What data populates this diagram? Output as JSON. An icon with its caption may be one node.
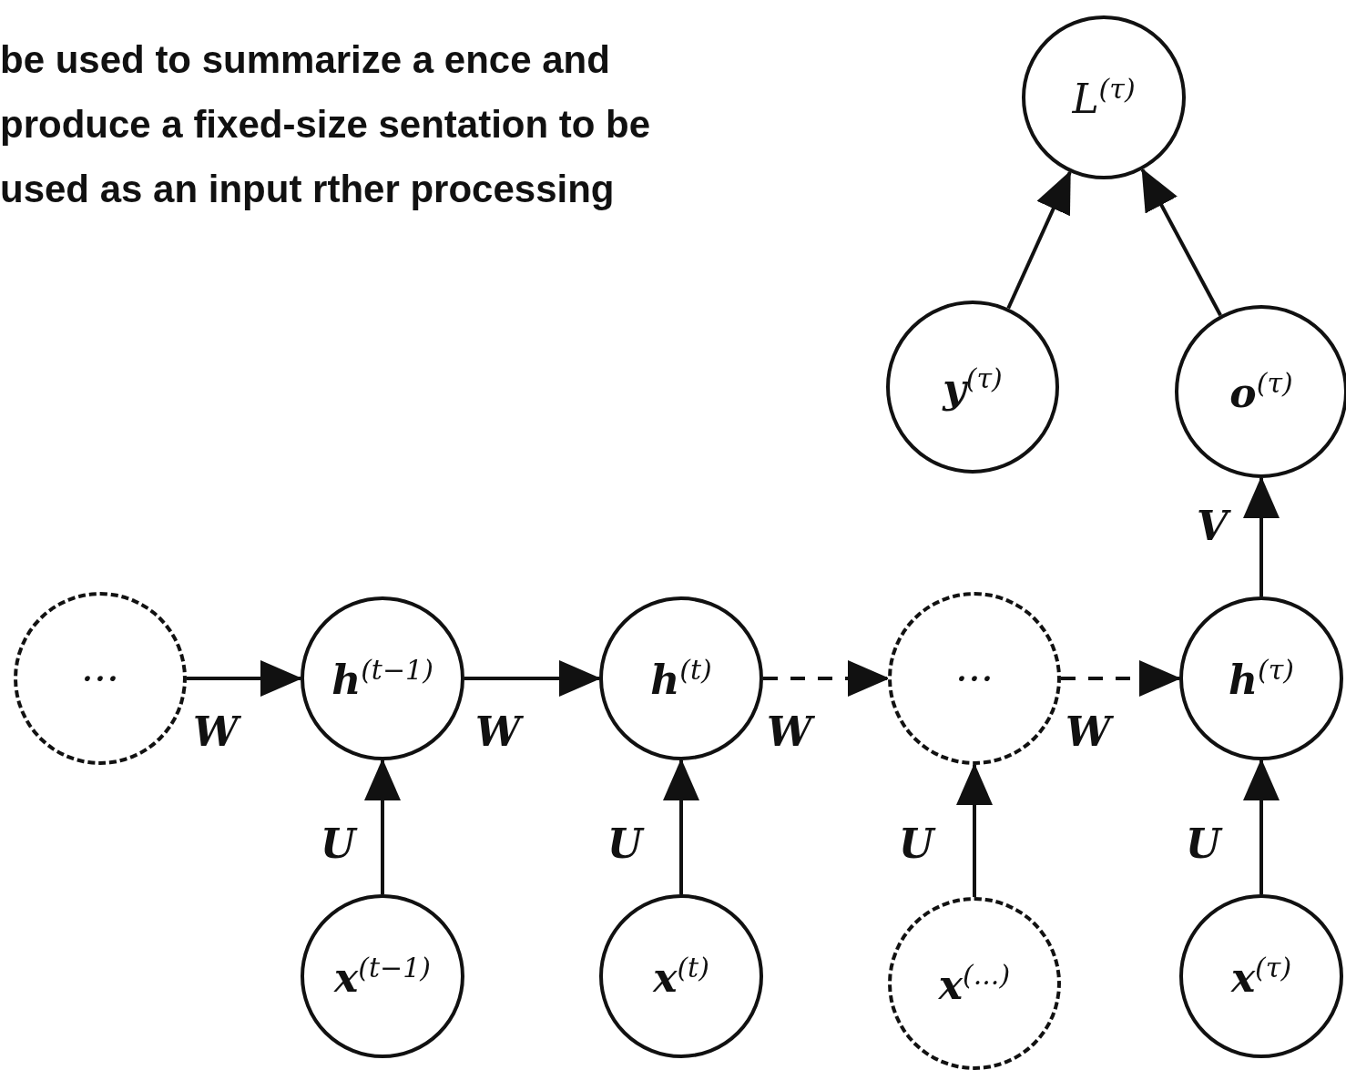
{
  "diagram": {
    "nodes": [
      {
        "text": [
          "L$^{(τ)}$"
        ]
      },
      {
        "text": [
          "**y**$^{(τ)}$"
        ]
      },
      {
        "text": [
          "**o**$^{(τ)}$"
        ]
      },
      {
        "text": [
          "···"
        ]
      },
      {
        "text": [
          "**h**$^{(t−1)}$"
        ]
      },
      {
        "text": [
          "**h**$^{(t)}$"
        ]
      },
      {
        "text": [
          "···"
        ]
      },
      {
        "text": [
          "**h**$^{(τ)}$"
        ]
      },
      {
        "text": [
          "**x**$^{(t−1)}$"
        ]
      },
      {
        "text": [
          "**x**$^{(t)}$"
        ]
      },
      {
        "text": [
          "**x**$^{(...)}$"
        ]
      },
      {
        "text": [
          "**x**$^{(τ)}$"
        ]
      }
    ],
    "edges": [
      {
        "from": 1,
        "to": 0,
        "arrow": "to"
      },
      {
        "from": 2,
        "to": 0,
        "arrow": "to"
      },
      {
        "from": 7,
        "to": 2,
        "arrow": "to",
        "label": "V"
      },
      {
        "from": 3,
        "to": 4,
        "arrow": "to",
        "label": "W"
      },
      {
        "from": 4,
        "to": 5,
        "arrow": "to",
        "label": "W"
      },
      {
        "from": 5,
        "to": 6,
        "arrow": "to",
        "label": "W",
        "style": "dashed"
      },
      {
        "from": 6,
        "to": 7,
        "arrow": "to",
        "label": "W",
        "style": "dashed"
      },
      {
        "from": 8,
        "to": 4,
        "arrow": "to",
        "label": "U"
      },
      {
        "from": 9,
        "to": 5,
        "arrow": "to",
        "label": "U"
      },
      {
        "from": 10,
        "to": 6,
        "arrow": "to",
        "label": "U"
      },
      {
        "from": 11,
        "to": 7,
        "arrow": "to",
        "label": "U"
      }
    ],
    "labels": [
      "be used to summarize a ence and produce a fixed-size sentation to be used as an input rther processing"
    ]
  }
}
